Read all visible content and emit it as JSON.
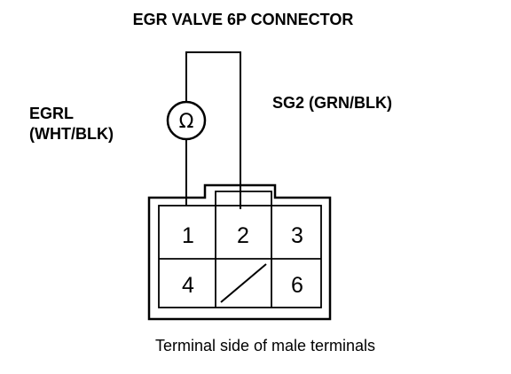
{
  "title": "EGR VALVE 6P CONNECTOR",
  "left_label": {
    "line1": "EGRL",
    "line2": "(WHT/BLK)"
  },
  "right_label": "SG2 (GRN/BLK)",
  "meter_symbol": "Ω",
  "meter_icon": "ohmmeter-icon",
  "terminals": {
    "t1": "1",
    "t2": "2",
    "t3": "3",
    "t4": "4",
    "t6": "6"
  },
  "caption": "Terminal side of male terminals",
  "colors": {
    "line": "#000000",
    "background": "#ffffff"
  }
}
